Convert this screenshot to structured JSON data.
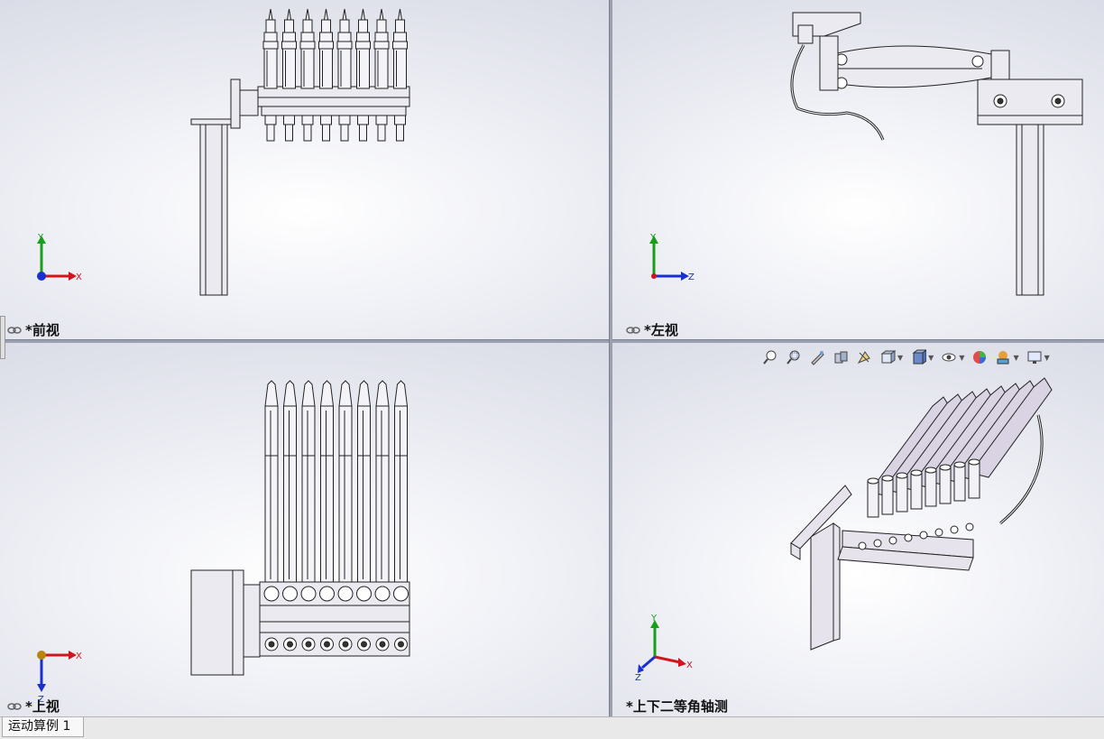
{
  "viewports": {
    "front": {
      "label": "*前视",
      "axes": [
        "Y",
        "X"
      ]
    },
    "left": {
      "label": "*左视",
      "axes": [
        "Y",
        "Z"
      ]
    },
    "top": {
      "label": "*上视",
      "axes": [
        "X",
        "Z"
      ]
    },
    "iso": {
      "label": "*上下二等角轴测",
      "axes": [
        "Y",
        "X",
        "Z"
      ]
    }
  },
  "heads_up_toolbar": [
    "zoom-to-fit-icon",
    "zoom-to-area-icon",
    "previous-view-icon",
    "section-view-icon",
    "dynamic-annotation-icon",
    "view-orientation-icon",
    "display-style-icon",
    "hide-show-items-icon",
    "edit-appearance-icon",
    "apply-scene-icon",
    "view-settings-icon"
  ],
  "status_bar": {
    "tab_label": "运动算例 1"
  },
  "colors": {
    "axis_x": "#d0161b",
    "axis_y": "#16a01a",
    "axis_z": "#1a2fd0",
    "part_fill": "#e8e6ee",
    "part_stroke": "#222222"
  }
}
